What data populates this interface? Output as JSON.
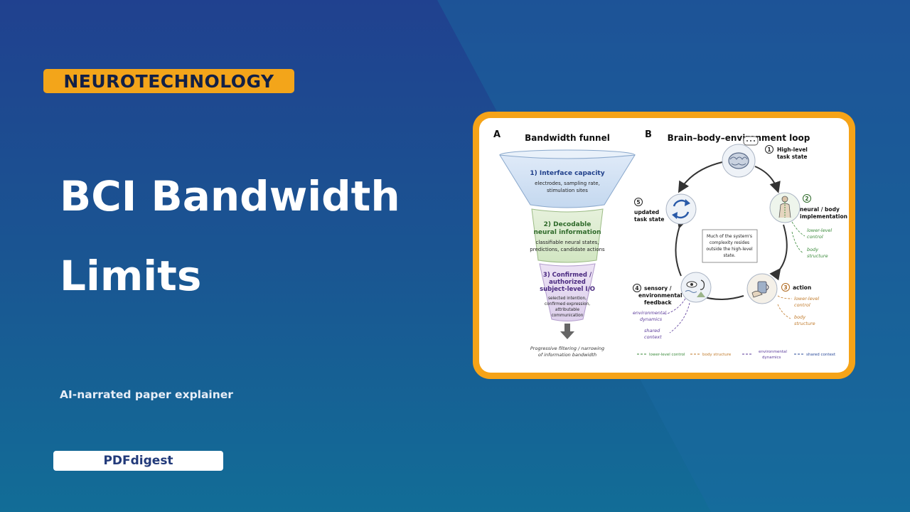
{
  "category_tag": "NEUROTECHNOLOGY",
  "title_line1": "BCI Bandwidth",
  "title_line2": "Limits",
  "subtitle": "AI-narrated paper explainer",
  "brand": "PDFdigest",
  "colors": {
    "accent": "#f3a51a",
    "background_top": "#20418f",
    "background_bottom": "#126d97",
    "brand_text": "#223a7a"
  },
  "figure": {
    "panel_a": {
      "letter": "A",
      "title": "Bandwidth funnel",
      "stage1": {
        "title": "1) Interface capacity",
        "desc1": "electrodes, sampling rate,",
        "desc2": "stimulation sites"
      },
      "stage2": {
        "title1": "2) Decodable",
        "title2": "neural information",
        "desc1": "classifiable neural states,",
        "desc2": "predictions, candidate actions"
      },
      "stage3": {
        "title1": "3) Confirmed /",
        "title2": "authorized",
        "title3": "subject-level I/O",
        "desc1": "selected intention,",
        "desc2": "confirmed expression,",
        "desc3": "attributable",
        "desc4": "communication"
      },
      "caption1": "Progressive filtering / narrowing",
      "caption2": "of information bandwidth"
    },
    "panel_b": {
      "letter": "B",
      "title": "Brain–body–environment loop",
      "node1": {
        "num": "1",
        "line1": "High-level",
        "line2": "task state",
        "icon": "brain-icon"
      },
      "node2": {
        "num": "2",
        "line1": "neural / body",
        "line2": "implementation",
        "icon": "body-icon",
        "note1a": "lower-level",
        "note1b": "control",
        "note2a": "body",
        "note2b": "structure"
      },
      "node3": {
        "num": "3",
        "line1": "action",
        "icon": "cup-hand-icon",
        "note1a": "lower-level",
        "note1b": "control",
        "note2a": "body",
        "note2b": "structure"
      },
      "node4": {
        "num": "4",
        "line1": "sensory /",
        "line2": "environmental",
        "line3": "feedback",
        "icon": "eye-ear-icon",
        "note1a": "environmental",
        "note1b": "dynamics",
        "note2a": "shared",
        "note2b": "context"
      },
      "node5": {
        "num": "5",
        "line1": "updated",
        "line2": "task state",
        "icon": "refresh-icon"
      },
      "center_note": [
        "Much of the system's",
        "complexity resides",
        "outside the high-level",
        "state."
      ],
      "legend": [
        {
          "label": "lower-level control",
          "color": "#3a8a3a"
        },
        {
          "label": "body structure",
          "color": "#c07a2a"
        },
        {
          "label": "environmental",
          "label2": "dynamics",
          "color": "#5a3a9a"
        },
        {
          "label": "shared context",
          "color": "#2a4a9a"
        }
      ]
    }
  }
}
